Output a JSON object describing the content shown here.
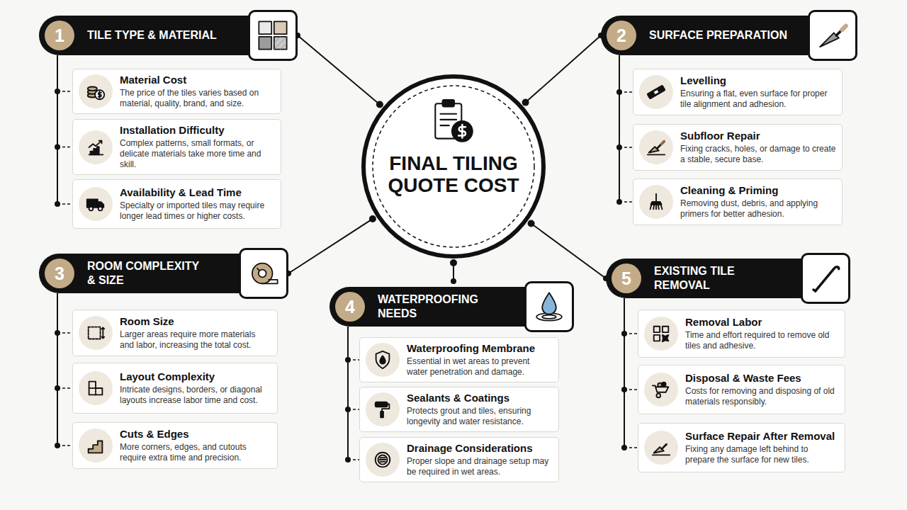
{
  "diagram": {
    "nodes": [
      {
        "text": [
          "FINAL TILING QUOTE COST"
        ]
      },
      {
        "text": [
          "1",
          "TILE TYPE & MATERIAL"
        ]
      },
      {
        "text": [
          "Material Cost",
          "The price of the tiles varies based on material, quality, brand, and size."
        ]
      },
      {
        "text": [
          "Installation Difficulty",
          "Complex patterns, small formats, or delicate materials take more time and skill."
        ]
      },
      {
        "text": [
          "Availability & Lead Time",
          "Specialty or imported tiles may require longer lead times or higher costs."
        ]
      },
      {
        "text": [
          "2",
          "SURFACE PREPARATION"
        ]
      },
      {
        "text": [
          "Levelling",
          "Ensuring a flat, even surface for proper tile alignment and adhesion."
        ]
      },
      {
        "text": [
          "Subfloor Repair",
          "Fixing cracks, holes, or damage to create a stable, secure base."
        ]
      },
      {
        "text": [
          "Cleaning & Priming",
          "Removing dust, debris, and applying primers for better adhesion."
        ]
      },
      {
        "text": [
          "3",
          "ROOM COMPLEXITY & SIZE"
        ]
      },
      {
        "text": [
          "Room Size",
          "Larger areas require more materials and labor, increasing the total cost."
        ]
      },
      {
        "text": [
          "Layout Complexity",
          "Intricate designs, borders, or diagonal layouts increase labor time and cost."
        ]
      },
      {
        "text": [
          "Cuts & Edges",
          "More corners, edges, and cutouts require extra time and precision."
        ]
      },
      {
        "text": [
          "4",
          "WATERPROOFING NEEDS"
        ]
      },
      {
        "text": [
          "Waterproofing Membrane",
          "Essential in wet areas to prevent water penetration and damage."
        ]
      },
      {
        "text": [
          "Sealants & Coatings",
          "Protects grout and tiles, ensuring longevity and water resistance."
        ]
      },
      {
        "text": [
          "Drainage Considerations",
          "Proper slope and drainage setup may be required in wet areas."
        ]
      },
      {
        "text": [
          "5",
          "EXISTING TILE REMOVAL"
        ]
      },
      {
        "text": [
          "Removal Labor",
          "Time and effort required to remove old tiles and adhesive."
        ]
      },
      {
        "text": [
          "Disposal & Waste Fees",
          "Costs for removing and disposing of old materials responsibly."
        ]
      },
      {
        "text": [
          "Surface Repair After Removal",
          "Fixing any damage left behind to prepare the surface for new tiles."
        ]
      }
    ],
    "edges": [
      {
        "from": 0,
        "to": 1,
        "arrow": "none"
      },
      {
        "from": 0,
        "to": 5,
        "arrow": "none"
      },
      {
        "from": 0,
        "to": 9,
        "arrow": "none"
      },
      {
        "from": 0,
        "to": 13,
        "arrow": "none"
      },
      {
        "from": 0,
        "to": 17,
        "arrow": "none"
      },
      {
        "from": 1,
        "to": 2,
        "arrow": "none"
      },
      {
        "from": 1,
        "to": 3,
        "arrow": "none"
      },
      {
        "from": 1,
        "to": 4,
        "arrow": "none"
      },
      {
        "from": 5,
        "to": 6,
        "arrow": "none"
      },
      {
        "from": 5,
        "to": 7,
        "arrow": "none"
      },
      {
        "from": 5,
        "to": 8,
        "arrow": "none"
      },
      {
        "from": 9,
        "to": 10,
        "arrow": "none"
      },
      {
        "from": 9,
        "to": 11,
        "arrow": "none"
      },
      {
        "from": 9,
        "to": 12,
        "arrow": "none"
      },
      {
        "from": 13,
        "to": 14,
        "arrow": "none"
      },
      {
        "from": 13,
        "to": 15,
        "arrow": "none"
      },
      {
        "from": 13,
        "to": 16,
        "arrow": "none"
      },
      {
        "from": 17,
        "to": 18,
        "arrow": "none"
      },
      {
        "from": 17,
        "to": 19,
        "arrow": "none"
      },
      {
        "from": 17,
        "to": 20,
        "arrow": "none"
      }
    ]
  }
}
